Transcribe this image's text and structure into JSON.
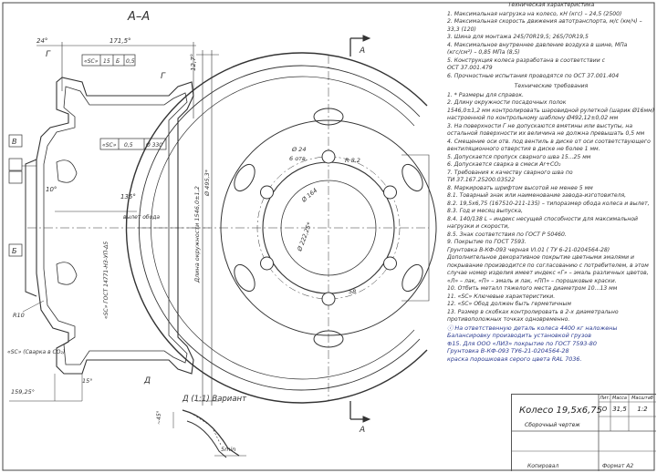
{
  "section_label": "А–А",
  "view_arrow_label": "А",
  "detail_label": "Д (1:1) Вариант",
  "left_labels": {
    "d24": "24°",
    "d1715": "171,5°",
    "d127": "12,7°",
    "g_top": "Г",
    "g_mid": "Г",
    "b": "В",
    "b2": "Б",
    "sc_frame": "«SC»",
    "tol1": "15",
    "tol2": "Б",
    "flat": "0,5",
    "sc_frame2": "«SC»",
    "tol3": "0,5",
    "tol4": "Ø 330",
    "d10": "10°",
    "d135": "135°",
    "vylet": "вылет обода",
    "diam_label": "Ø 495,3*",
    "okr_label": "Длина окружности 1546,0±1,2",
    "gost_label": "«SC» ГОСТ 14771-НЗ-УП-Δ5",
    "r10": "R10",
    "sc_weld": "«SC» (Сварка в CO₂)",
    "d1592": "159,25°",
    "d15": "15°",
    "d_a": "Д"
  },
  "hub_labels": {
    "holes": "Ø 24",
    "holes_n": "6 отв.",
    "r82": "R 8,2",
    "pcd": "Ø 164",
    "d222": "Ø 222,25*",
    "d58": "58"
  },
  "detail_labels": {
    "a5": "~45°",
    "b5": "5min"
  },
  "notes": {
    "tech_title": "Техническая характеристика",
    "tech": [
      "1. Максимальная нагрузка на колесо, кН (кгс) – 24,5 (2500)",
      "2. Максимальная скорость движения автотранспорта, м/с (км/ч) –",
      "33,3 (120)",
      "3. Шина для монтажа 245/70R19,5; 265/70R19,5",
      "4. Максимальное внутреннее давление воздуха в шине, МПа",
      "(кгс/см²) – 0,85 МПа (8,5)",
      "5. Конструкция колеса разработана в соответствии с",
      "ОСТ 37.001.479",
      "6. Прочностные испытания проводятся по ОСТ 37.001.404"
    ],
    "req_title": "Технические требования",
    "req": [
      "1. * Размеры для справок.",
      "2. Длину окружности посадочных полок",
      "1546,0±1,2 мм контролировать шаровидной рулеткой (шарик Ø16мм)",
      "настроенной по контрольному шаблону Ø492,12±0,02 мм",
      "3. На поверхности Г не допускаются вмятины или выступы, на",
      "остальной поверхности их величина не должна превышать 0,5 мм",
      "4. Смещение оси отв. под вентиль в диске от оси соответствующего",
      "вентиляционного отверстия в диске не более 1 мм.",
      "5. Допускается пропуск сварного шва 15...25 мм",
      "6. Допускается сварка в смеси Ar+CO₂",
      "7. Требования к качеству сварного шва по",
      "ТИ 37.167.25200.03522",
      "8. Маркировать шрифтом высотой не менее 5 мм",
      "8.1. Товарный знак или наименование завода-изготовителя,",
      "8.2. 19,5х6,75 (167510-211-135) – типоразмер обода колеса и вылет,",
      "8.3. Год и месяц выпуска,",
      "8.4. 140/138 L – индекс несущей способности для максимальной",
      "нагрузки и скорости,",
      "8.5. Знак соответствия по ГОСТ Р 50460.",
      "9. Покрытие по ГОСТ 7593.",
      "Грунтовка В-КФ-093 черная VI.01 ( ТУ 6-21-0204564-28)",
      "Дополнительное декоративное покрытие цветными эмалями и",
      "покрывание производится по согласованию с потребителем, в этом",
      "случае номер изделия имеет индекс «Г» – эмаль различных цветов,",
      "«Л» – лак, «П» – эмаль и лак, «ПП» – порошковые краски.",
      "10. Отбить металл тяжелого места диаметром 10...13 мм",
      "11. «SC» Ключевые характеристики.",
      "12. «SC» Обод должен быть герметичным",
      "13. Размер в скобках контролировать в 2-х диаметрально",
      "противоположных точках одновременно."
    ],
    "hand": [
      "ⓘ На ответственную деталь колеса 4400 кг наложены",
      "Балансировку производить установкой грузов",
      "⊕15. Для ООО «ЛИЗ» покрытие по ГОСТ 7593-80",
      "Грунтовка В-КФ-093 ТУ6-21-0204564-28",
      "краска порошковая серого цвета RAL 7036."
    ]
  },
  "title_block": {
    "name": "Колесо 19,5х6,75",
    "sub": "Сборочный чертеж",
    "lit": "Лит.",
    "mass": "Масса",
    "scale": "Масштаб",
    "mass_val": "31,5",
    "scale_val": "1:2",
    "lit_val": "О"
  },
  "footer": {
    "copied": "Копировал",
    "format": "Формат  А2"
  }
}
